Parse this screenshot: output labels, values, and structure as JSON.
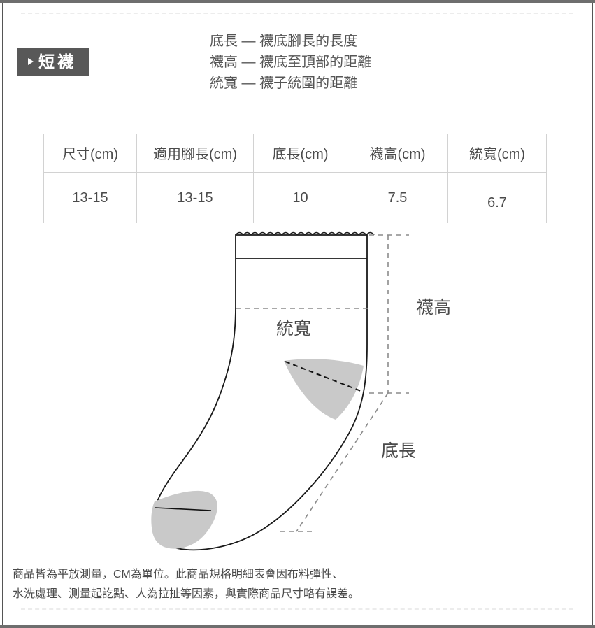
{
  "badge": {
    "caret": "caret-right-icon",
    "label": "短襪"
  },
  "legend": {
    "lines": [
      "底長 — 襪底腳長的長度",
      "襪高 — 襪底至頂部的距離",
      "統寬 — 襪子統圍的距離"
    ]
  },
  "table": {
    "headers": [
      "尺寸(cm)",
      "適用腳長(cm)",
      "底長(cm)",
      "襪高(cm)",
      "統寬(cm)"
    ],
    "rows": [
      [
        "13-15",
        "13-15",
        "10",
        "7.5",
        "6.7"
      ]
    ]
  },
  "diagram": {
    "labels": {
      "sock_height": "襪高",
      "cuff_width": "統寬",
      "foot_length": "底長"
    },
    "colors": {
      "outline": "#1a1a1a",
      "panel_fill": "#c9c9c9",
      "guide": "#8c8c8c"
    }
  },
  "footnote": {
    "lines": [
      "商品皆為平放測量，CM為單位。此商品規格明細表會因布料彈性、",
      "水洗處理、測量起訖點、人為拉扯等因素，與實際商品尺寸略有誤差。"
    ]
  }
}
